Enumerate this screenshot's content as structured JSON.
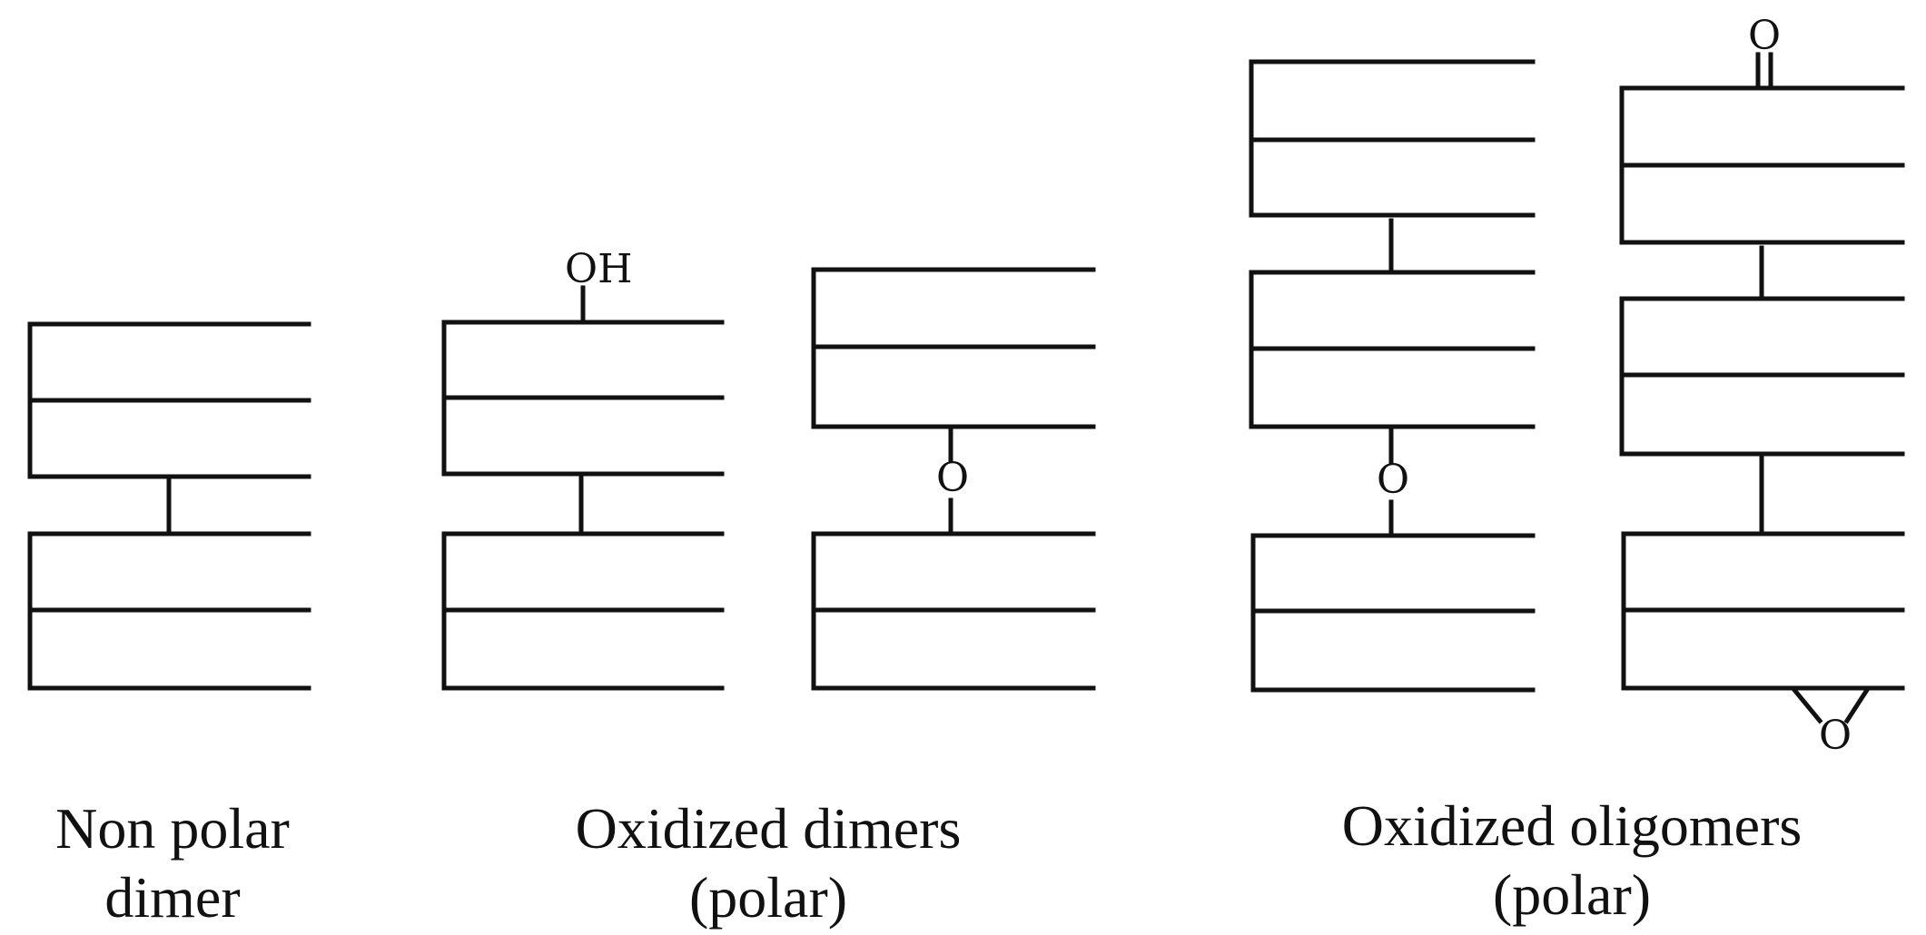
{
  "labels": {
    "hydroxyl": "OH",
    "ether_oxygen_dimer": "O",
    "ether_oxygen_oligomer": "O",
    "carbonyl_oxygen": "O",
    "epoxide_oxygen": "O"
  },
  "captions": {
    "non_polar": {
      "line1": "Non polar",
      "line2": "dimer"
    },
    "oxidized_dimers": {
      "line1": "Oxidized  dimers",
      "line2": "(polar)"
    },
    "oxidized_oligomers": {
      "line1": "Oxidized  oligomers",
      "line2": "(polar)"
    }
  }
}
